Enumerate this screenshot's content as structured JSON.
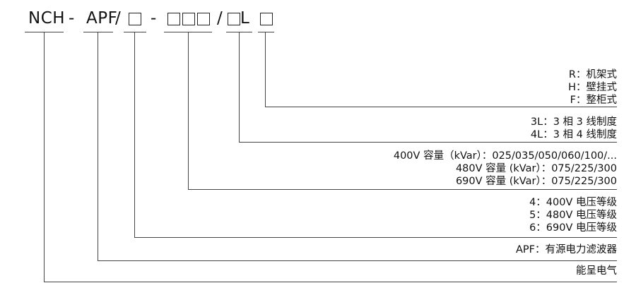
{
  "code": {
    "prefix": "NCH",
    "dash1": "-",
    "type": "APF",
    "slash1": "/",
    "dash2": "-",
    "slash2": "/",
    "l_letter": "L"
  },
  "legend": {
    "install": [
      "R：机架式",
      "H：壁挂式",
      "F：整柜式"
    ],
    "wiring": [
      "3L：3 相 3 线制度",
      "4L：3 相 4 线制度"
    ],
    "capacity": [
      "400V 容量（kVar）：025/035/050/060/100/...",
      "480V 容量 (kVar）：075/225/300",
      "690V 容量 (kVar）：075/225/300"
    ],
    "voltage": [
      "4：400V 电压等级",
      "5：480V 电压等级",
      "6：690V 电压等级"
    ],
    "product": [
      "APF：有源电力滤波器"
    ],
    "brand": [
      "能呈电气"
    ]
  }
}
